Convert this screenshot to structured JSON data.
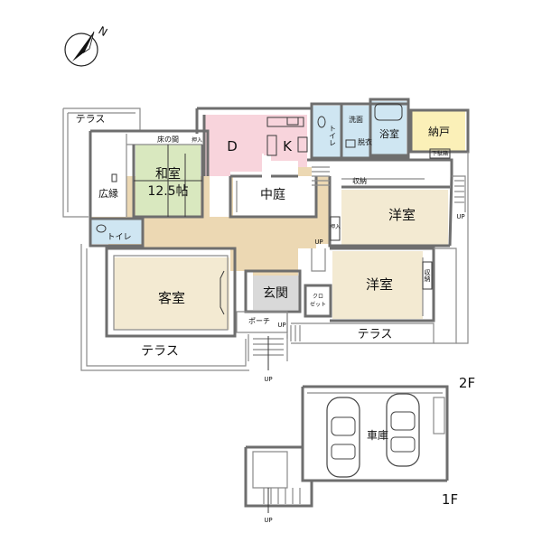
{
  "floor_labels": {
    "upper": "2F",
    "lower": "1F"
  },
  "compass": {
    "label": "N"
  },
  "rooms": {
    "terrace_nw": "テラス",
    "tokonoma": "床の間",
    "oshiire_label": "押入",
    "washitsu_line1": "和室",
    "washitsu_line2": "12.5帖",
    "hiroen": "広縁",
    "dining": "D",
    "kitchen": "K",
    "toilet_top": "トイレ",
    "washroom_line1": "洗面",
    "washroom_line2": "脱衣",
    "bath": "浴室",
    "nando": "納戸",
    "shoe_closet": "下駄箱",
    "courtyard": "中庭",
    "toilet_left": "トイレ",
    "storage_top": "収納",
    "youshitsu_1": "洋室",
    "oshiire_small": "押入",
    "kyakushitsu": "客室",
    "genkan": "玄関",
    "closet_line1": "クロ",
    "closet_line2": "ゼット",
    "youshitsu_2": "洋室",
    "storage_right": "収納",
    "porch": "ポーチ",
    "terrace_s": "テラス",
    "terrace_e": "テラス",
    "garage": "車庫"
  },
  "stairs_labels": {
    "up_right": "UP",
    "up_hall": "UP",
    "up_porch": "UP",
    "up_front": "UP",
    "up_garage": "UP"
  },
  "colors": {
    "washitsu": "#d9e8bf",
    "dining_kitchen": "#f8d4dc",
    "bath_zone": "#cfe6f2",
    "nando": "#fbf0b8",
    "hall": "#ecd8b3",
    "room": "#f3ead2"
  }
}
